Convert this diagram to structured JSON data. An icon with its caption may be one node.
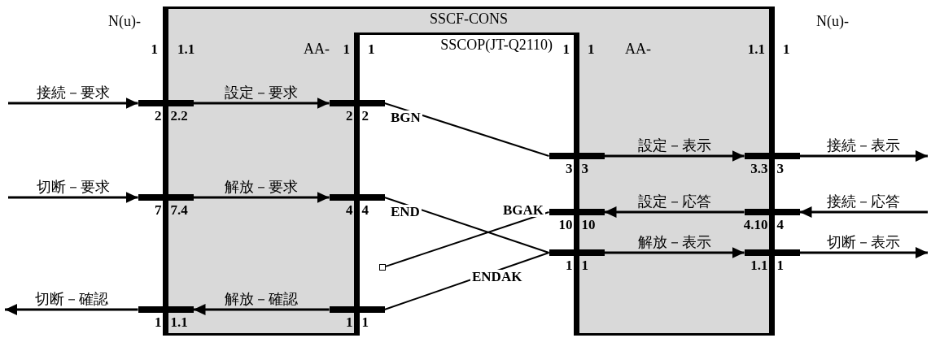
{
  "diagram": {
    "nodes": [
      {
        "text": [
          "SSCF-CONS"
        ]
      },
      {
        "text": [
          "SSCOP(JT-Q2110)"
        ],
        "in": 0
      },
      {
        "text": [],
        "shape": "bar",
        "beside": [
          "2",
          "2.2"
        ]
      },
      {
        "text": [],
        "shape": "bar",
        "beside": [
          "2",
          "2"
        ],
        "in": 0
      },
      {
        "text": [],
        "shape": "bar",
        "beside": [
          "3",
          "3"
        ],
        "in": 0
      },
      {
        "text": [],
        "shape": "bar",
        "beside": [
          "3.3",
          "3"
        ]
      },
      {
        "text": [],
        "shape": "bar",
        "beside": [
          "7",
          "7.4"
        ]
      },
      {
        "text": [],
        "shape": "bar",
        "beside": [
          "4",
          "4"
        ],
        "in": 0
      },
      {
        "text": [],
        "shape": "bar",
        "beside": [
          "10",
          "10"
        ],
        "in": 0
      },
      {
        "text": [],
        "shape": "bar",
        "beside": [
          "4.10",
          "4"
        ]
      },
      {
        "text": [],
        "shape": "bar",
        "beside": [
          "1",
          "1"
        ],
        "in": 0
      },
      {
        "text": [],
        "shape": "bar",
        "beside": [
          "1.1",
          "1"
        ]
      },
      {
        "text": [],
        "shape": "box",
        "in": 1
      },
      {
        "text": [],
        "shape": "bar",
        "beside": [
          "1",
          "1.1"
        ]
      },
      {
        "text": [],
        "shape": "bar",
        "beside": [
          "1",
          "1"
        ],
        "in": 0
      }
    ],
    "edges": [
      {
        "from": null,
        "to": 2,
        "arrow": "to",
        "label": "接続－要求"
      },
      {
        "from": 2,
        "to": 3,
        "arrow": "to",
        "label": "設定－要求"
      },
      {
        "from": 3,
        "to": 4,
        "arrow": "none",
        "label": "BGN"
      },
      {
        "from": null,
        "to": 6,
        "arrow": "to",
        "label": "切断－要求"
      },
      {
        "from": 6,
        "to": 7,
        "arrow": "to",
        "label": "解放－要求"
      },
      {
        "from": 7,
        "to": 10,
        "arrow": "none",
        "label": "END"
      },
      {
        "from": 4,
        "to": 5,
        "arrow": "to",
        "label": "設定－表示"
      },
      {
        "from": 5,
        "to": null,
        "arrow": "to",
        "label": "接続－表示"
      },
      {
        "from": null,
        "to": 9,
        "arrow": "to",
        "label": "接続－応答"
      },
      {
        "from": 9,
        "to": 8,
        "arrow": "to",
        "label": "設定－応答"
      },
      {
        "from": 8,
        "to": 12,
        "arrow": "none",
        "label": "BGAK"
      },
      {
        "from": 10,
        "to": 14,
        "arrow": "none",
        "label": "ENDAK"
      },
      {
        "from": 10,
        "to": 11,
        "arrow": "to",
        "label": "解放－表示"
      },
      {
        "from": 11,
        "to": null,
        "arrow": "to",
        "label": "切断－表示"
      },
      {
        "from": 14,
        "to": 13,
        "arrow": "to",
        "label": "解放－確認"
      },
      {
        "from": 13,
        "to": null,
        "arrow": "to",
        "label": "切断－確認"
      }
    ],
    "labels": [
      "N(u)-",
      "N(u)-",
      "1",
      "1.1",
      "AA-",
      "1",
      "1",
      "1",
      "1",
      "AA-",
      "1.1",
      "1"
    ]
  }
}
